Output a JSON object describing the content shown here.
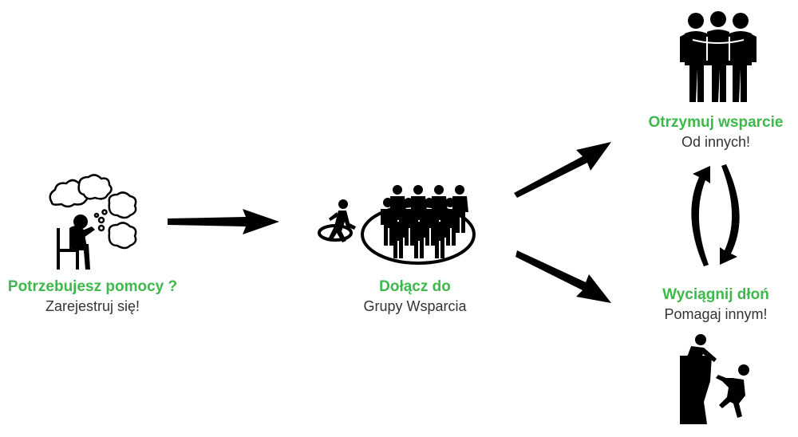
{
  "steps": [
    {
      "title": "Potrzebujesz pomocy ?",
      "subtitle": "Zarejestruj się!",
      "icon": "stressed-person-thought-clouds-icon"
    },
    {
      "title": "Dołącz do",
      "subtitle": "Grupy Wsparcia",
      "icon": "person-joining-group-icon"
    },
    {
      "title": "Otrzymuj wsparcie",
      "subtitle": "Od innych!",
      "icon": "group-huddle-icon"
    },
    {
      "title": "Wyciągnij dłoń",
      "subtitle": "Pomagaj innym!",
      "icon": "helping-hand-climb-icon"
    }
  ],
  "colors": {
    "accent": "#3cb94a",
    "text": "#333333",
    "icon": "#000000"
  }
}
